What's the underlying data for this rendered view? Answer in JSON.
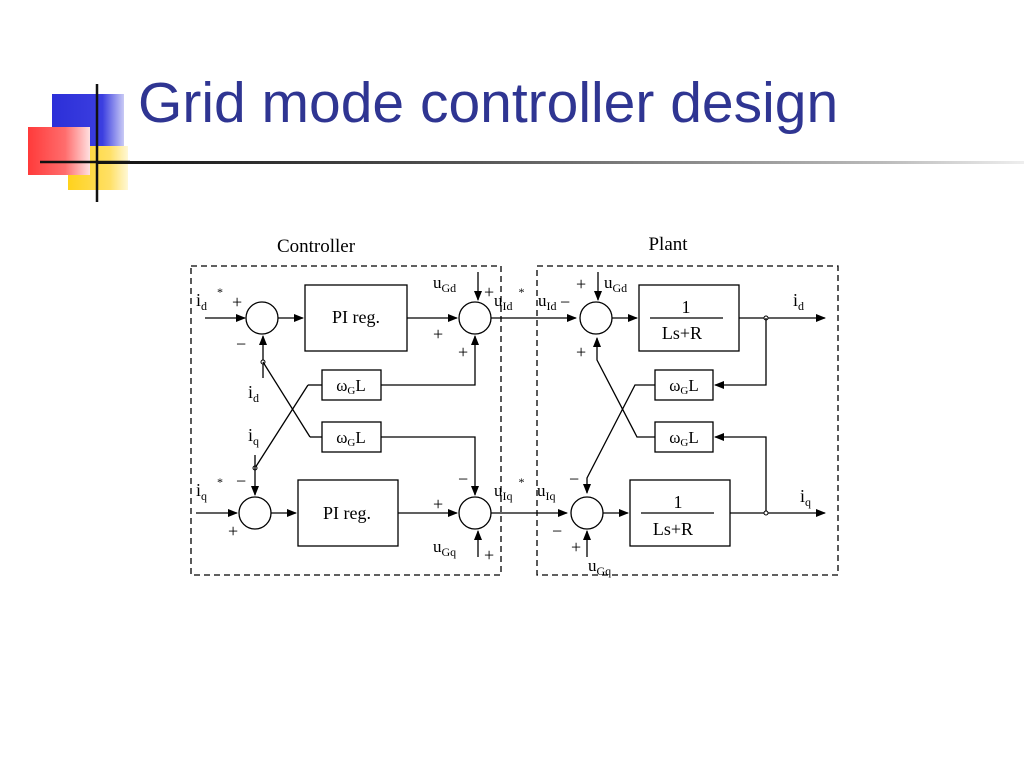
{
  "slide": {
    "title": "Grid mode controller design"
  },
  "diagram": {
    "controller_label": "Controller",
    "plant_label": "Plant",
    "blocks": {
      "pi_d": "PI reg.",
      "pi_q": "PI reg.",
      "wgl_ctrl_top": {
        "omega": "ω",
        "sub": "G",
        "tail": "L"
      },
      "wgl_ctrl_bot": {
        "omega": "ω",
        "sub": "G",
        "tail": "L"
      },
      "wgl_plant_top": {
        "omega": "ω",
        "sub": "G",
        "tail": "L"
      },
      "wgl_plant_bot": {
        "omega": "ω",
        "sub": "G",
        "tail": "L"
      },
      "plant_d": {
        "num": "1",
        "den": "Ls+R"
      },
      "plant_q": {
        "num": "1",
        "den": "Ls+R"
      }
    },
    "signals": {
      "id_ref": {
        "base": "i",
        "sub": "d",
        "sup": "*"
      },
      "iq_ref": {
        "base": "i",
        "sub": "q",
        "sup": "*"
      },
      "id_fb": {
        "base": "i",
        "sub": "d"
      },
      "iq_fb": {
        "base": "i",
        "sub": "q"
      },
      "uGd_ctrl": {
        "base": "u",
        "sub": "Gd"
      },
      "uGq_ctrl": {
        "base": "u",
        "sub": "Gq"
      },
      "uId_ref": {
        "base": "u",
        "sub": "Id",
        "sup": "*"
      },
      "uIq_ref": {
        "base": "u",
        "sub": "Iq",
        "sup": "*"
      },
      "uId_plant": {
        "base": "u",
        "sub": "Id"
      },
      "uIq_plant": {
        "base": "u",
        "sub": "Iq"
      },
      "uGd_plant": {
        "base": "u",
        "sub": "Gd"
      },
      "uGq_plant": {
        "base": "u",
        "sub": "Gq"
      },
      "id_out": {
        "base": "i",
        "sub": "d"
      },
      "iq_out": {
        "base": "i",
        "sub": "q"
      }
    },
    "signs": {
      "plus": "+",
      "minus": "−"
    }
  }
}
